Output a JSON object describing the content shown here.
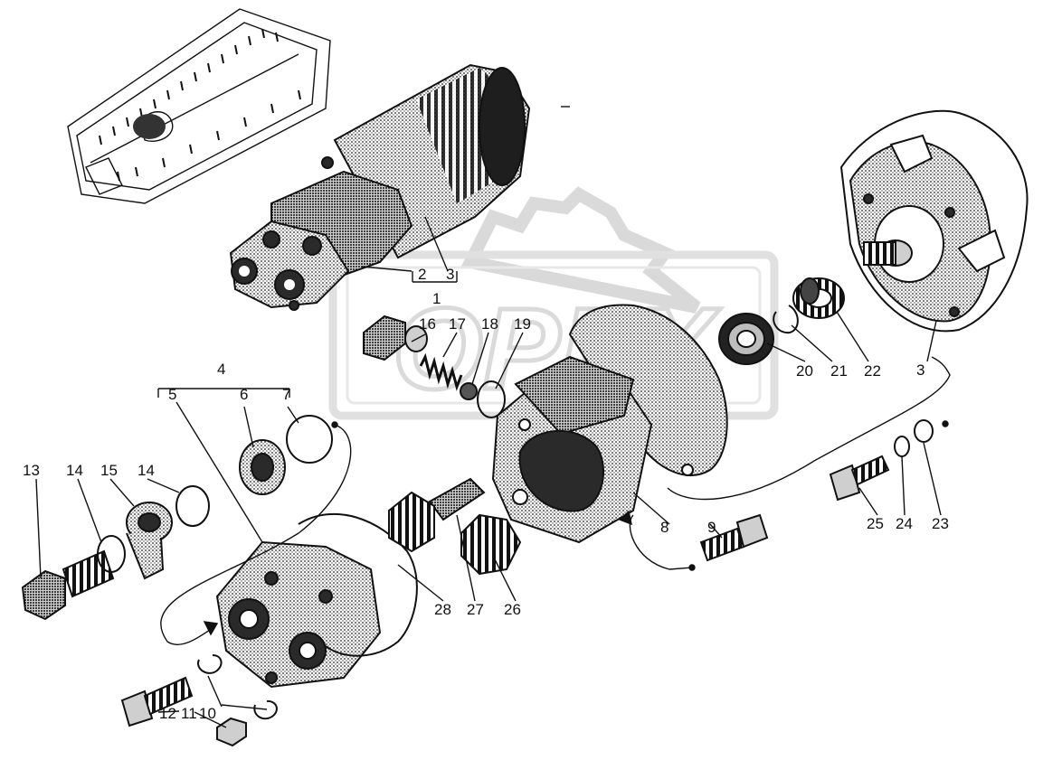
{
  "watermark": {
    "text": "OPEX",
    "color": "#c8c8c8"
  },
  "callouts": {
    "c1": "1",
    "c2": "2",
    "c3a": "3",
    "c3b": "3",
    "c4": "4",
    "c5": "5",
    "c6": "6",
    "c7": "7",
    "c8": "8",
    "c9": "9",
    "c10": "10",
    "c11": "11",
    "c12": "12",
    "c13": "13",
    "c14a": "14",
    "c14b": "14",
    "c15": "15",
    "c16": "16",
    "c17": "17",
    "c18": "18",
    "c19": "19",
    "c20": "20",
    "c21": "21",
    "c22": "22",
    "c23": "23",
    "c24": "24",
    "c25": "25",
    "c26": "26",
    "c27": "27",
    "c28": "28"
  },
  "colors": {
    "ink": "#111111",
    "paper": "#ffffff",
    "stipple": "#6e6e6e"
  }
}
